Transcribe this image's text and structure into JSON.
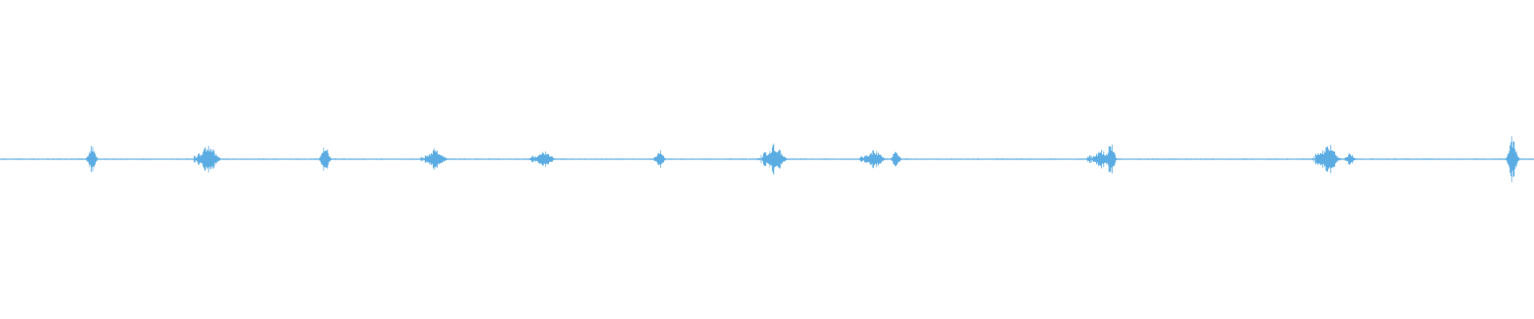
{
  "waveform": {
    "color": "#5aace3",
    "background": "#ffffff",
    "duration_fraction_peaks": [
      {
        "position": 0.06,
        "amplitude": 0.045,
        "burst": "single"
      },
      {
        "position": 0.136,
        "amplitude": 0.05,
        "burst": "cluster"
      },
      {
        "position": 0.212,
        "amplitude": 0.045,
        "burst": "single"
      },
      {
        "position": 0.284,
        "amplitude": 0.035,
        "burst": "cluster"
      },
      {
        "position": 0.355,
        "amplitude": 0.025,
        "burst": "cluster"
      },
      {
        "position": 0.43,
        "amplitude": 0.03,
        "burst": "single"
      },
      {
        "position": 0.505,
        "amplitude": 0.05,
        "burst": "cluster"
      },
      {
        "position": 0.57,
        "amplitude": 0.03,
        "burst": "cluster"
      },
      {
        "position": 0.584,
        "amplitude": 0.025,
        "burst": "single"
      },
      {
        "position": 0.718,
        "amplitude": 0.03,
        "burst": "cluster"
      },
      {
        "position": 0.724,
        "amplitude": 0.055,
        "burst": "single"
      },
      {
        "position": 0.866,
        "amplitude": 0.05,
        "burst": "cluster"
      },
      {
        "position": 0.88,
        "amplitude": 0.02,
        "burst": "single"
      },
      {
        "position": 0.986,
        "amplitude": 0.08,
        "burst": "single"
      }
    ]
  }
}
